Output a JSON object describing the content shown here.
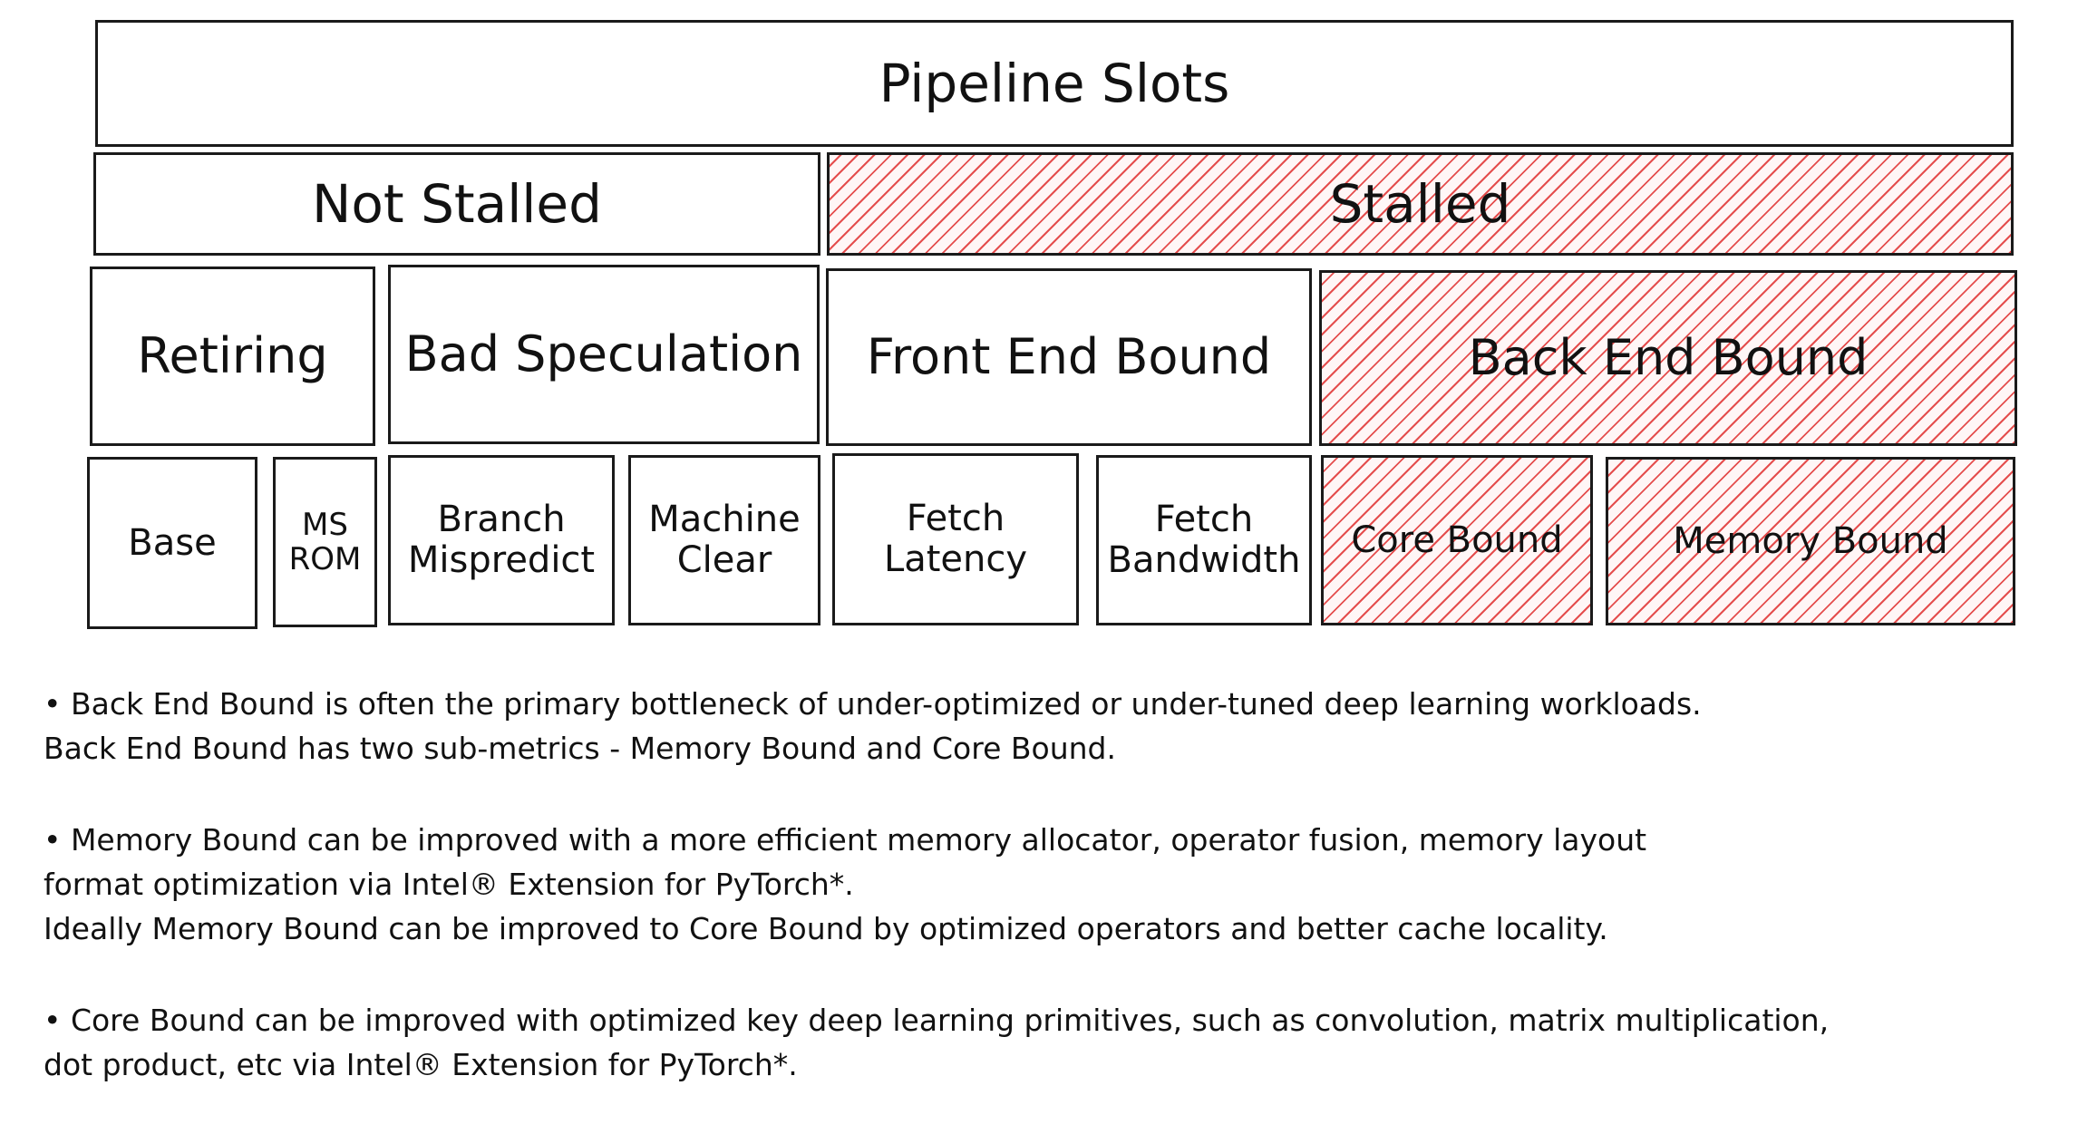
{
  "diagram": {
    "level0": {
      "pipeline_slots": "Pipeline Slots"
    },
    "level1": {
      "not_stalled": "Not Stalled",
      "stalled": "Stalled"
    },
    "level2": {
      "retiring": "Retiring",
      "bad_speculation": "Bad Speculation",
      "front_end_bound": "Front End Bound",
      "back_end_bound": "Back End Bound"
    },
    "level3": {
      "base": "Base",
      "ms_rom": "MS\nROM",
      "branch_mispredict": "Branch\nMispredict",
      "machine_clear": "Machine\nClear",
      "fetch_latency": "Fetch\nLatency",
      "fetch_bandwidth": "Fetch\nBandwidth",
      "core_bound": "Core Bound",
      "memory_bound": "Memory Bound"
    },
    "colors": {
      "hatch": "#e03131",
      "stroke": "#1a1a1a"
    }
  },
  "notes": {
    "p1": {
      "l1": "• Back End Bound is often the primary bottleneck of under-optimized or under-tuned deep learning workloads.",
      "l2": "Back End Bound has two sub-metrics - Memory Bound and Core Bound."
    },
    "p2": {
      "l1": "• Memory Bound can be improved with a more efficient memory allocator, operator fusion, memory layout",
      "l2": "format optimization via Intel® Extension for PyTorch*.",
      "l3": "Ideally Memory Bound can be improved to Core Bound by optimized operators and better cache locality."
    },
    "p3": {
      "l1": "• Core Bound can be improved with optimized key deep learning primitives, such as convolution, matrix multiplication,",
      "l2": "dot product, etc via Intel® Extension for PyTorch*."
    }
  }
}
